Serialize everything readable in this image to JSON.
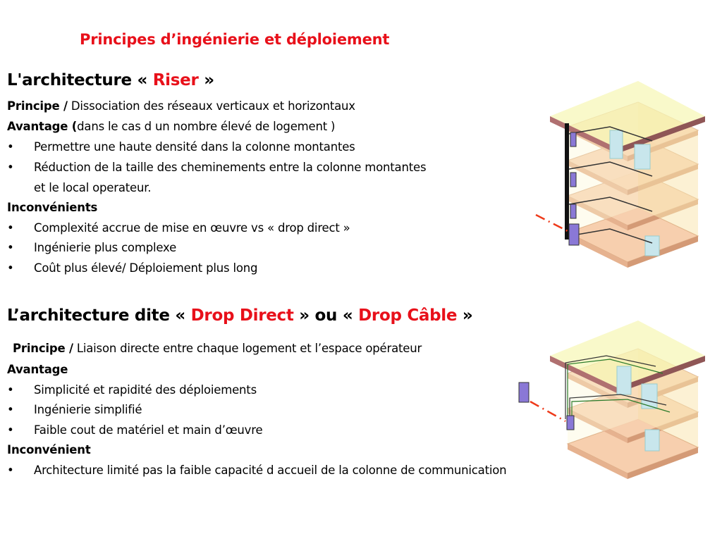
{
  "page_title": "Principes d’ingénierie et déploiement",
  "riser": {
    "heading_pre": "L'architecture « ",
    "heading_key": "Riser",
    "heading_post": " »",
    "principe_label": "Principe /",
    "principe_text": " Dissociation des réseaux verticaux et horizontaux",
    "avantage_label": "Avantage (",
    "avantage_text": "dans le cas  d un nombre élevé de logement )",
    "avantages": [
      "Permettre une haute densité dans la colonne montantes",
      "Réduction de la taille des cheminements entre  la colonne montantes",
      "et le local operateur."
    ],
    "inconvenients_label": "Inconvénients",
    "inconvenients": [
      "Complexité accrue de mise en œuvre vs « drop direct »",
      "Ingénierie plus complexe",
      "Coût plus élevé/ Déploiement plus long"
    ]
  },
  "drop": {
    "heading_pre": "L’architecture dite « ",
    "heading_key1": "Drop Direct",
    "heading_mid": " » ou « ",
    "heading_key2": "Drop Câble",
    "heading_post": " »",
    "principe_label": "Principe /",
    "principe_text": " Liaison directe entre chaque logement et l’espace opérateur",
    "avantage_label": "Avantage",
    "avantages": [
      "Simplicité et rapidité des déploiements",
      "Ingénierie simplifié",
      "Faible cout de matériel et main d’œuvre"
    ],
    "inconvenient_label": "Inconvénient",
    "inconvenients": [
      "Architecture limité pas la faible capacité d accueil de la colonne de communication"
    ]
  },
  "bullet_char": "•",
  "colors": {
    "accent": "#e8101a",
    "floor": "#f7cfae",
    "roof": "#b07070",
    "partition": "#c8e6ec",
    "box": "#8a78d6"
  }
}
